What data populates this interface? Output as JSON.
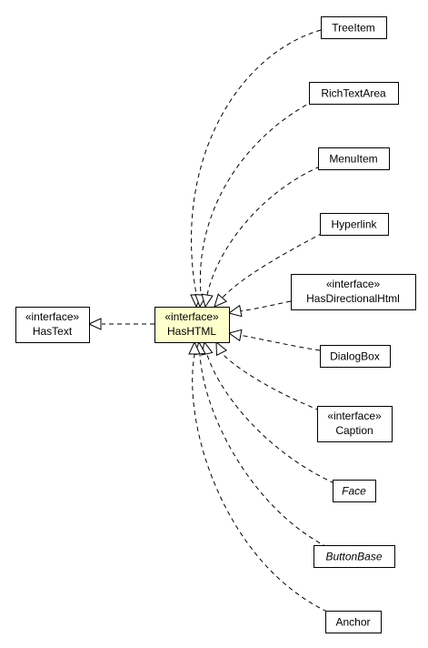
{
  "diagram": {
    "nodes": [
      {
        "id": "hastext",
        "stereotype": "«interface»",
        "label": "HasText",
        "italic": false,
        "highlight": false
      },
      {
        "id": "hashtml",
        "stereotype": "«interface»",
        "label": "HasHTML",
        "italic": false,
        "highlight": true
      },
      {
        "id": "treeitem",
        "stereotype": "",
        "label": "TreeItem",
        "italic": false,
        "highlight": false
      },
      {
        "id": "richtextarea",
        "stereotype": "",
        "label": "RichTextArea",
        "italic": false,
        "highlight": false
      },
      {
        "id": "menuitem",
        "stereotype": "",
        "label": "MenuItem",
        "italic": false,
        "highlight": false
      },
      {
        "id": "hyperlink",
        "stereotype": "",
        "label": "Hyperlink",
        "italic": false,
        "highlight": false
      },
      {
        "id": "hasdirectionalhtml",
        "stereotype": "«interface»",
        "label": "HasDirectionalHtml",
        "italic": false,
        "highlight": false
      },
      {
        "id": "dialogbox",
        "stereotype": "",
        "label": "DialogBox",
        "italic": false,
        "highlight": false
      },
      {
        "id": "caption",
        "stereotype": "«interface»",
        "label": "Caption",
        "italic": false,
        "highlight": false
      },
      {
        "id": "face",
        "stereotype": "",
        "label": "Face",
        "italic": true,
        "highlight": false
      },
      {
        "id": "buttonbase",
        "stereotype": "",
        "label": "ButtonBase",
        "italic": true,
        "highlight": false
      },
      {
        "id": "anchor",
        "stereotype": "",
        "label": "Anchor",
        "italic": false,
        "highlight": false
      }
    ],
    "edges": [
      {
        "from": "hashtml",
        "to": "hastext"
      },
      {
        "from": "treeitem",
        "to": "hashtml"
      },
      {
        "from": "richtextarea",
        "to": "hashtml"
      },
      {
        "from": "menuitem",
        "to": "hashtml"
      },
      {
        "from": "hyperlink",
        "to": "hashtml"
      },
      {
        "from": "hasdirectionalhtml",
        "to": "hashtml"
      },
      {
        "from": "dialogbox",
        "to": "hashtml"
      },
      {
        "from": "caption",
        "to": "hashtml"
      },
      {
        "from": "face",
        "to": "hashtml"
      },
      {
        "from": "buttonbase",
        "to": "hashtml"
      },
      {
        "from": "anchor",
        "to": "hashtml"
      }
    ],
    "colors": {
      "highlight_fill": "#ffffcc",
      "default_fill": "#ffffff",
      "line": "#000000"
    }
  }
}
